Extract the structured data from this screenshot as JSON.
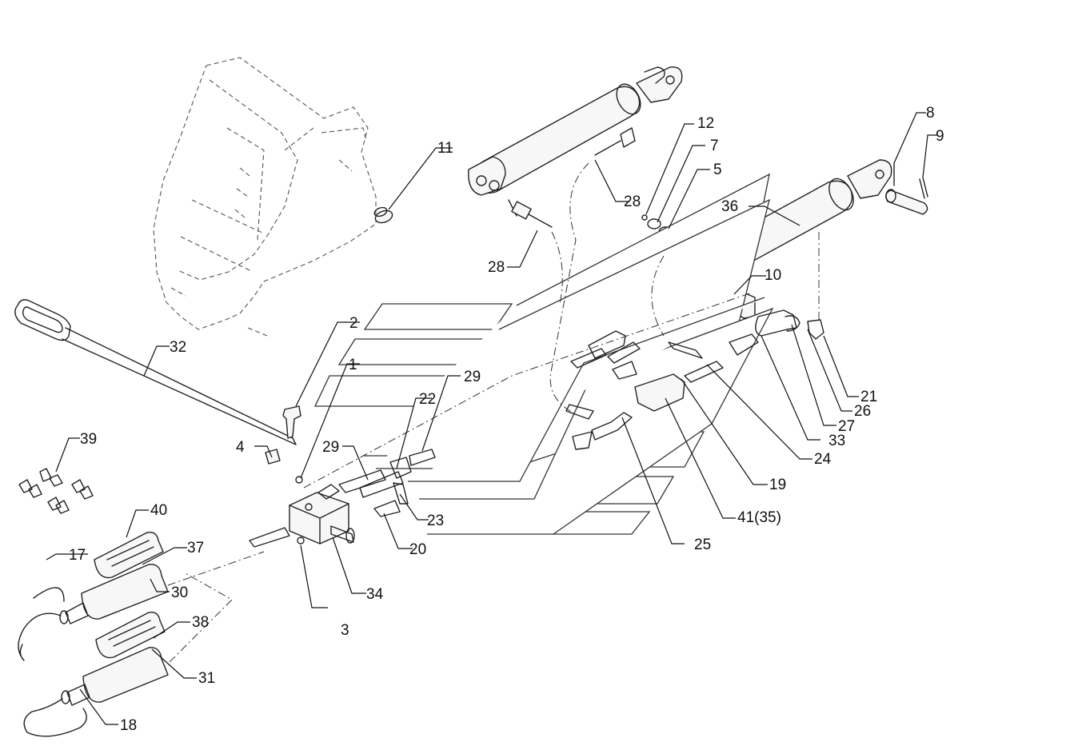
{
  "diagram": {
    "callouts": [
      {
        "id": "c1",
        "text": "1"
      },
      {
        "id": "c2",
        "text": "2"
      },
      {
        "id": "c3",
        "text": "3"
      },
      {
        "id": "c4",
        "text": "4"
      },
      {
        "id": "c5",
        "text": "5"
      },
      {
        "id": "c7",
        "text": "7"
      },
      {
        "id": "c8",
        "text": "8"
      },
      {
        "id": "c9",
        "text": "9"
      },
      {
        "id": "c10",
        "text": "10"
      },
      {
        "id": "c11",
        "text": "11"
      },
      {
        "id": "c12",
        "text": "12"
      },
      {
        "id": "c17",
        "text": "17"
      },
      {
        "id": "c18",
        "text": "18"
      },
      {
        "id": "c19",
        "text": "19"
      },
      {
        "id": "c20",
        "text": "20"
      },
      {
        "id": "c21",
        "text": "21"
      },
      {
        "id": "c22",
        "text": "22"
      },
      {
        "id": "c23",
        "text": "23"
      },
      {
        "id": "c24",
        "text": "24"
      },
      {
        "id": "c25",
        "text": "25"
      },
      {
        "id": "c26",
        "text": "26"
      },
      {
        "id": "c27",
        "text": "27"
      },
      {
        "id": "c28a",
        "text": "28"
      },
      {
        "id": "c28b",
        "text": "28"
      },
      {
        "id": "c29a",
        "text": "29"
      },
      {
        "id": "c29b",
        "text": "29"
      },
      {
        "id": "c30",
        "text": "30"
      },
      {
        "id": "c31",
        "text": "31"
      },
      {
        "id": "c32",
        "text": "32"
      },
      {
        "id": "c33",
        "text": "33"
      },
      {
        "id": "c34",
        "text": "34"
      },
      {
        "id": "c36",
        "text": "36"
      },
      {
        "id": "c37",
        "text": "37"
      },
      {
        "id": "c38",
        "text": "38"
      },
      {
        "id": "c39",
        "text": "39"
      },
      {
        "id": "c40",
        "text": "40"
      },
      {
        "id": "c41",
        "text": "41(35)"
      }
    ]
  },
  "colors": {
    "line": "#222222",
    "background": "#ffffff"
  }
}
